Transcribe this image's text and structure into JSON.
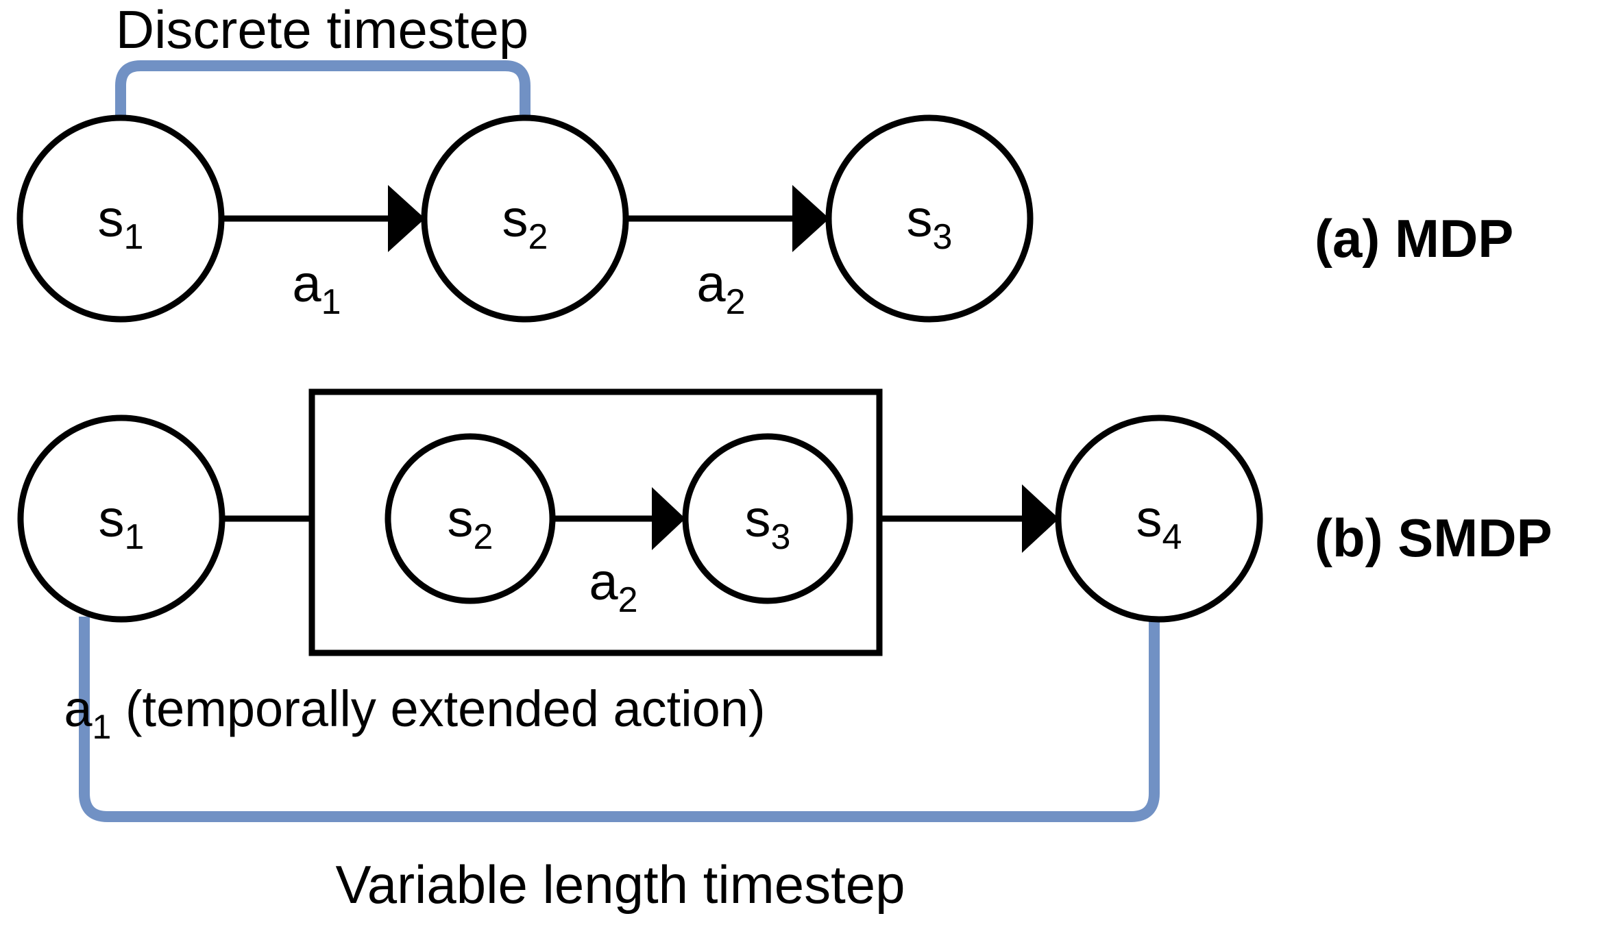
{
  "figure": {
    "background_color": "#ffffff",
    "ink_color": "#000000",
    "bracket_color": "#7191c4",
    "title": "MDP versus SMDP timestep comparison"
  },
  "panels": [
    {
      "id": "mdp",
      "label": "(a) MDP",
      "bracket_label": "Discrete timestep",
      "states": [
        {
          "base": "s",
          "sub": "1"
        },
        {
          "base": "s",
          "sub": "2"
        },
        {
          "base": "s",
          "sub": "3"
        }
      ],
      "actions": [
        {
          "base": "a",
          "sub": "1"
        },
        {
          "base": "a",
          "sub": "2"
        }
      ]
    },
    {
      "id": "smdp",
      "label": "(b) SMDP",
      "bracket_label": "Variable length timestep",
      "option_caption": {
        "base": "a",
        "sub": "1",
        "tail": " (temporally extended action)"
      },
      "states": [
        {
          "base": "s",
          "sub": "1"
        },
        {
          "base": "s",
          "sub": "2"
        },
        {
          "base": "s",
          "sub": "3"
        },
        {
          "base": "s",
          "sub": "4"
        }
      ],
      "actions": [
        {
          "base": "a",
          "sub": "2"
        }
      ]
    }
  ]
}
